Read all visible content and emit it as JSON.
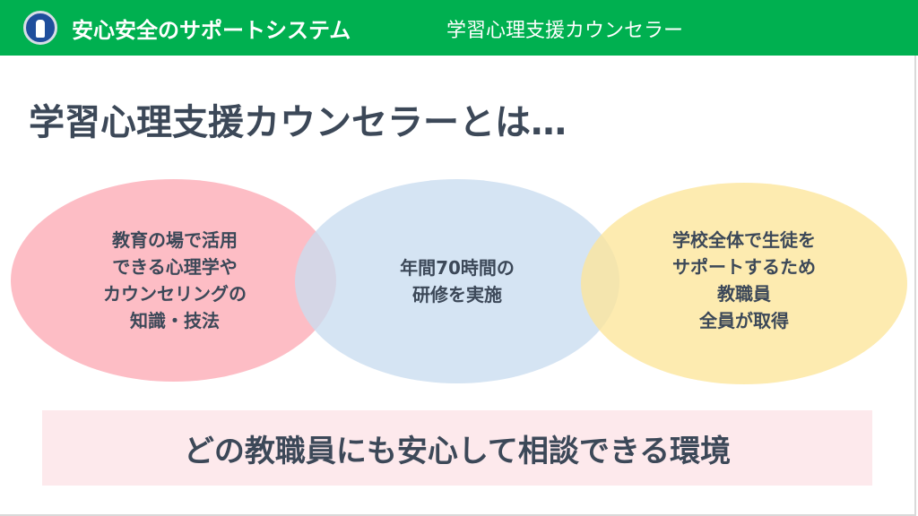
{
  "header": {
    "title": "安心安全のサポートシステム",
    "subtitle": "学習心理支援カウンセラー"
  },
  "title": "学習心理支援カウンセラーとは…",
  "circles": [
    {
      "text": "教育の場で活用\nできる心理学や\nカウンセリングの\n知識・技法",
      "color": "#fdaab5"
    },
    {
      "text": "年間70時間の\n研修を実施",
      "color": "#c9dcf0"
    },
    {
      "text": "学校全体で生徒を\nサポートするため\n教職員\n全員が取得",
      "color": "#fde59a"
    }
  ],
  "banner": "どの教職員にも安心して相談できる環境",
  "colors": {
    "header": "#00b050",
    "text": "#3c4858",
    "banner_bg": "#fde9ec"
  }
}
